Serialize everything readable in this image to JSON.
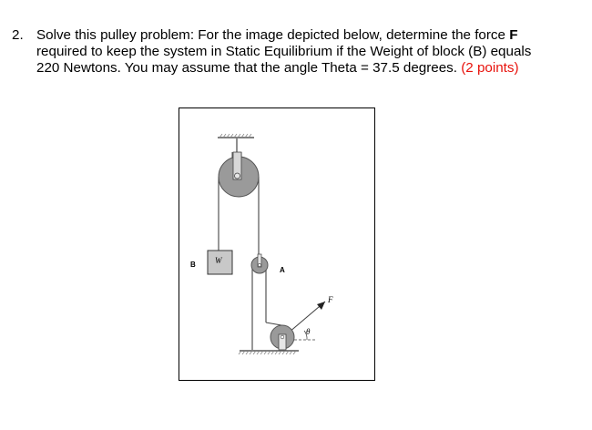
{
  "question": {
    "number": "2.",
    "line1_prefix": "Solve this pulley problem:  For the image depicted below, determine the force ",
    "line1_bold": "F",
    "line2": "required to keep the system in Static Equilibrium if the Weight of block (B) equals",
    "line3_prefix": "220 Newtons. You may assume that the angle Theta = 37.5 degrees. ",
    "points": "(2 points)"
  },
  "figure": {
    "label_block": "B",
    "label_weight": "W",
    "label_pulley": "A",
    "label_force": "F",
    "label_angle": "θ",
    "colors": {
      "pulley": "#9a9a9a",
      "block": "#c8c8c8",
      "rope": "#444444"
    }
  }
}
